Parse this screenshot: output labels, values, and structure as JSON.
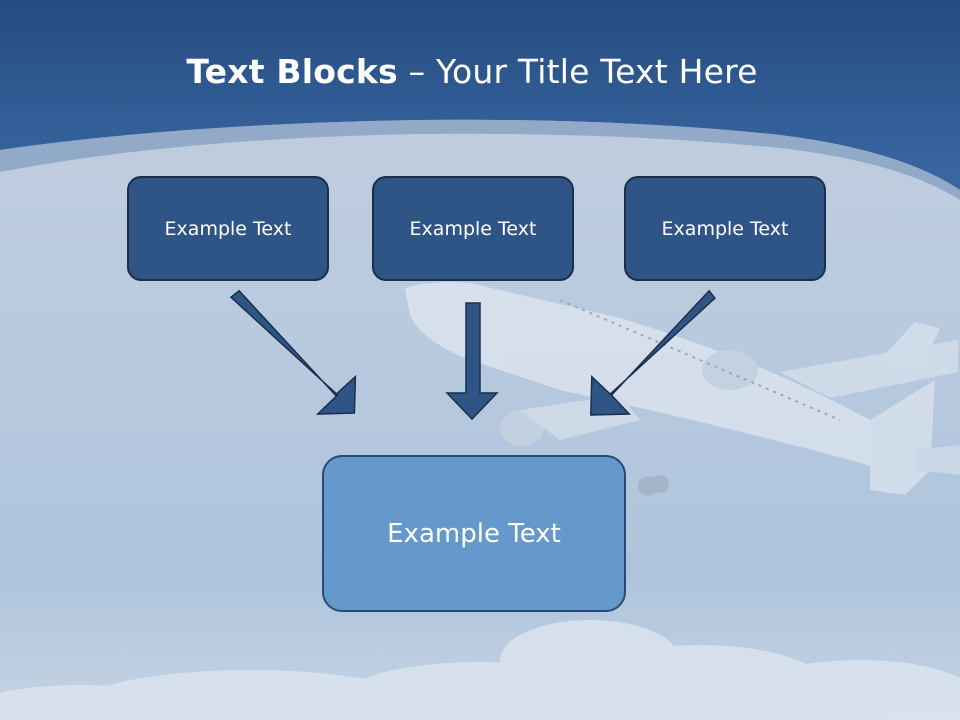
{
  "title": {
    "bold": "Text Blocks",
    "rest": " – Your Title Text Here"
  },
  "blocks": [
    {
      "label": "Example Text"
    },
    {
      "label": "Example Text"
    },
    {
      "label": "Example Text"
    }
  ],
  "target": {
    "label": "Example Text"
  },
  "colors": {
    "header": "#2f5a93",
    "block_fill": "#2f5587",
    "block_border": "#1b2f4a",
    "target_fill": "#6699cb",
    "arrow": "#2f5587"
  }
}
